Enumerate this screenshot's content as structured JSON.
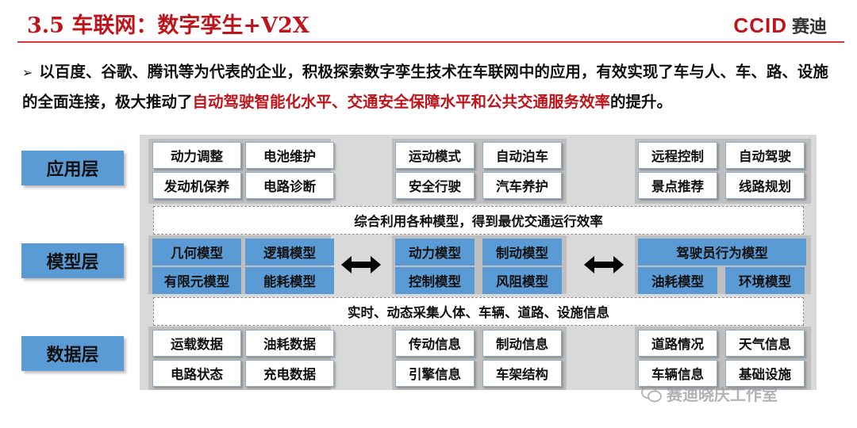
{
  "header": {
    "title": "3.5 车联网：数字孪生+V2X",
    "logo_mark": "CCID",
    "logo_cn": "赛迪"
  },
  "intro": {
    "part1": "以百度、谷歌、腾讯等为代表的企业，积极探索数字孪生技术在车联网中的应用，有效实现了车与人、车、路、设施的全面连接，极大推动了",
    "highlight": "自动驾驶智能化水平、交通安全保障水平和公共交通服务效率",
    "part2": "的提升。"
  },
  "layers": {
    "application": "应用层",
    "model": "模型层",
    "data": "数据层"
  },
  "application": {
    "group1": [
      "动力调整",
      "电池维护",
      "发动机保养",
      "电路诊断"
    ],
    "group2": [
      "运动模式",
      "自动泊车",
      "安全行驶",
      "汽车养护"
    ],
    "group3": [
      "远程控制",
      "自动驾驶",
      "景点推荐",
      "线路规划"
    ]
  },
  "bands": {
    "upper": "综合利用各种模型，得到最优交通运行效率",
    "lower": "实时、动态采集人体、车辆、道路、设施信息"
  },
  "model": {
    "group1": [
      "几何模型",
      "逻辑模型",
      "有限元模型",
      "能耗模型"
    ],
    "group2": [
      "动力模型",
      "制动模型",
      "控制模型",
      "风阻模型"
    ],
    "group3_top": "驾驶员行为模型",
    "group3": [
      "油耗模型",
      "环境模型"
    ]
  },
  "data_layer": {
    "group1": [
      "运载数据",
      "油耗数据",
      "电路状态",
      "充电数据"
    ],
    "group2": [
      "传动信息",
      "制动信息",
      "引擎信息",
      "车架结构"
    ],
    "group3": [
      "道路情况",
      "天气信息",
      "车辆信息",
      "基础设施"
    ]
  },
  "watermark": "赛迪晓庆工作室",
  "colors": {
    "accent_red": "#c0141c",
    "layer_blue": "#5b9bd5",
    "panel_gray": "#bfbfbf"
  }
}
